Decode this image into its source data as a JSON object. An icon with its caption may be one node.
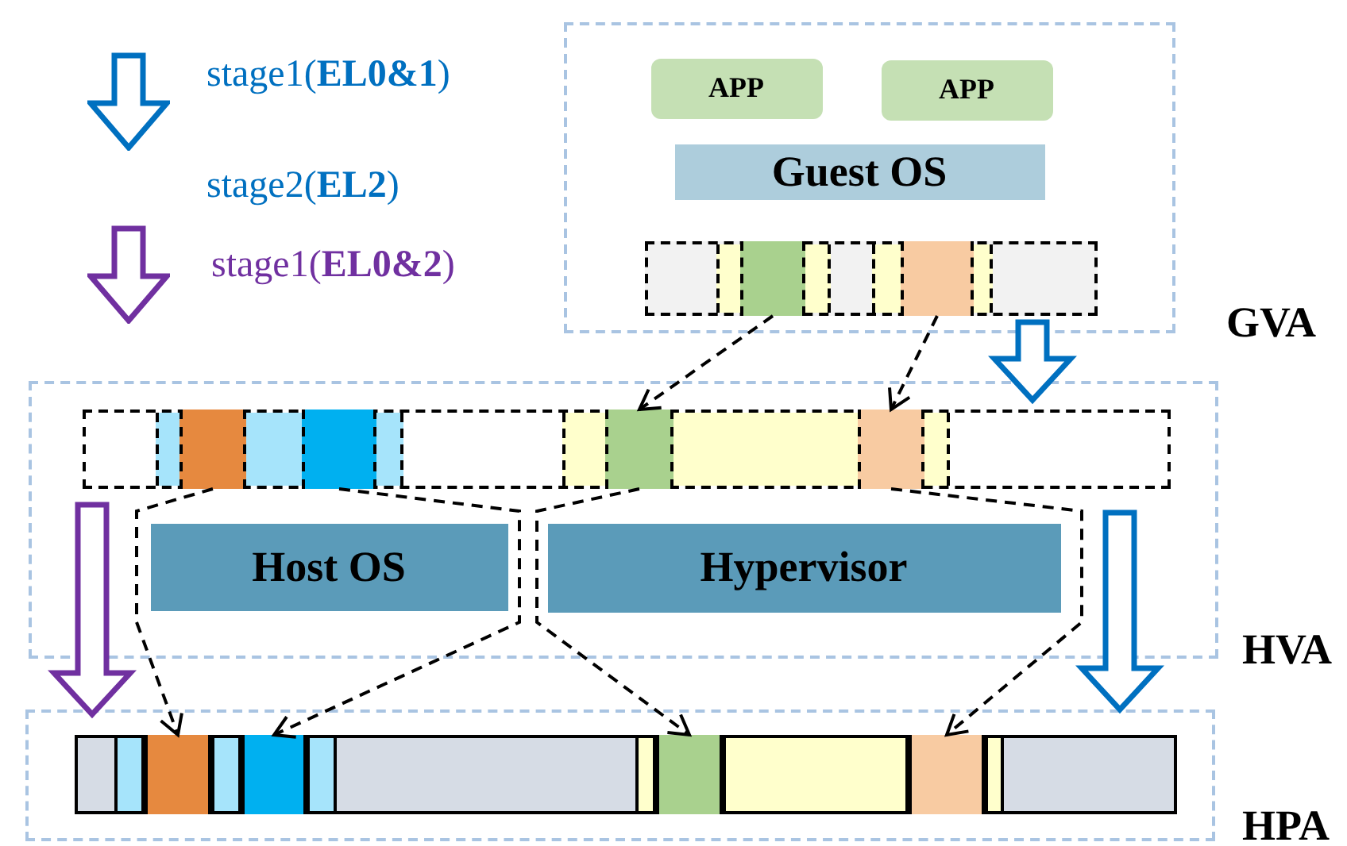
{
  "diagram": {
    "nodes": [
      {
        "text": [
          "GVA"
        ]
      },
      {
        "text": [
          "APP"
        ],
        "in": 0
      },
      {
        "text": [
          "APP"
        ],
        "in": 0
      },
      {
        "text": [
          "Guest OS"
        ],
        "in": 0
      },
      {
        "text": [],
        "shape": "bar",
        "in": 0
      },
      {
        "text": [],
        "shape": "box",
        "in": 4
      },
      {
        "text": [],
        "shape": "box",
        "in": 4
      },
      {
        "text": [
          "HVA"
        ]
      },
      {
        "text": [],
        "shape": "bar",
        "in": 7
      },
      {
        "text": [],
        "shape": "box",
        "in": 8
      },
      {
        "text": [],
        "shape": "box",
        "in": 8
      },
      {
        "text": [],
        "shape": "box",
        "in": 8
      },
      {
        "text": [],
        "shape": "box",
        "in": 8
      },
      {
        "text": [
          "Host OS"
        ],
        "in": 7
      },
      {
        "text": [
          "Hypervisor"
        ],
        "in": 7
      },
      {
        "text": [
          "HPA"
        ]
      },
      {
        "text": [],
        "shape": "bar",
        "in": 15
      },
      {
        "text": [],
        "shape": "box",
        "in": 16
      },
      {
        "text": [],
        "shape": "box",
        "in": 16
      },
      {
        "text": [],
        "shape": "box",
        "in": 16
      },
      {
        "text": [],
        "shape": "box",
        "in": 16
      }
    ],
    "edges": [
      {
        "from": 5,
        "to": 11,
        "arrow": "to",
        "style": "dashed"
      },
      {
        "from": 6,
        "to": 12,
        "arrow": "to",
        "style": "dashed"
      },
      {
        "from": 9,
        "to": 17,
        "arrow": "to",
        "style": "dashed"
      },
      {
        "from": 10,
        "to": 18,
        "arrow": "to",
        "style": "dashed"
      },
      {
        "from": 11,
        "to": 19,
        "arrow": "to",
        "style": "dashed"
      },
      {
        "from": 12,
        "to": 20,
        "arrow": "to",
        "style": "dashed"
      },
      {
        "from": 0,
        "to": 7,
        "arrow": "to",
        "style": "thick",
        "color": "#0070c0"
      },
      {
        "from": 7,
        "to": 15,
        "arrow": "to",
        "style": "thick",
        "color": "#0070c0"
      },
      {
        "from": 7,
        "to": 15,
        "arrow": "to",
        "style": "thick",
        "color": "#7030a0"
      }
    ],
    "legend": [
      {
        "text": "stage1(**EL0&1**)"
      },
      {
        "text": "stage2(**EL2**)"
      },
      {
        "text": "stage1(**EL0&2**)"
      }
    ]
  }
}
